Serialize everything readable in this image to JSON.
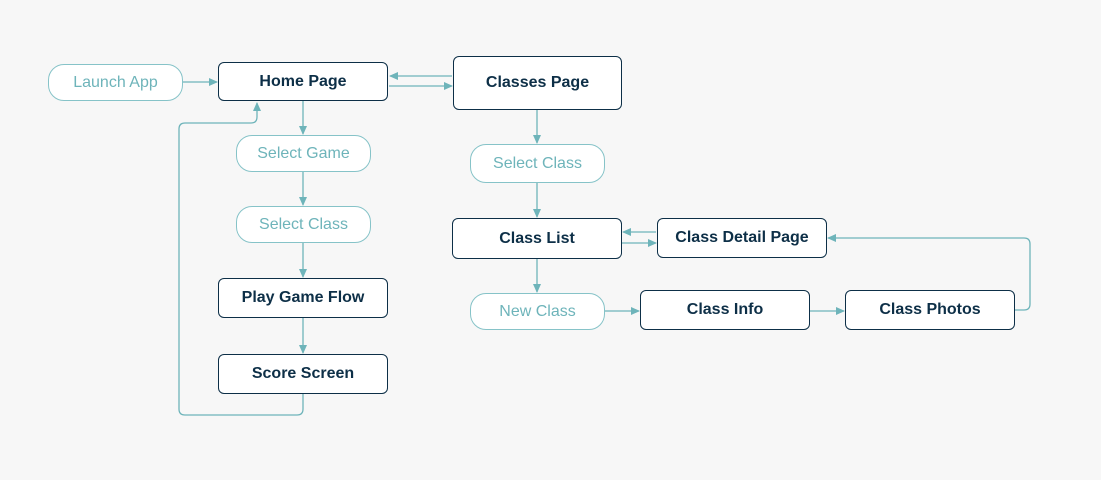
{
  "colors": {
    "screen_border": "#0d2f47",
    "screen_text": "#0d2f47",
    "action_border": "#86c3c8",
    "action_text": "#6eb4ba",
    "edge": "#6eb4ba",
    "background": "#f7f7f7"
  },
  "nodes": {
    "launch_app": "Launch App",
    "home_page": "Home Page",
    "classes_page": "Classes Page",
    "select_game": "Select Game",
    "select_class_left": "Select Class",
    "play_game_flow": "Play Game Flow",
    "score_screen": "Score Screen",
    "select_class_right": "Select Class",
    "class_list": "Class List",
    "class_detail_page": "Class Detail Page",
    "new_class": "New Class",
    "class_info": "Class Info",
    "class_photos": "Class Photos"
  }
}
